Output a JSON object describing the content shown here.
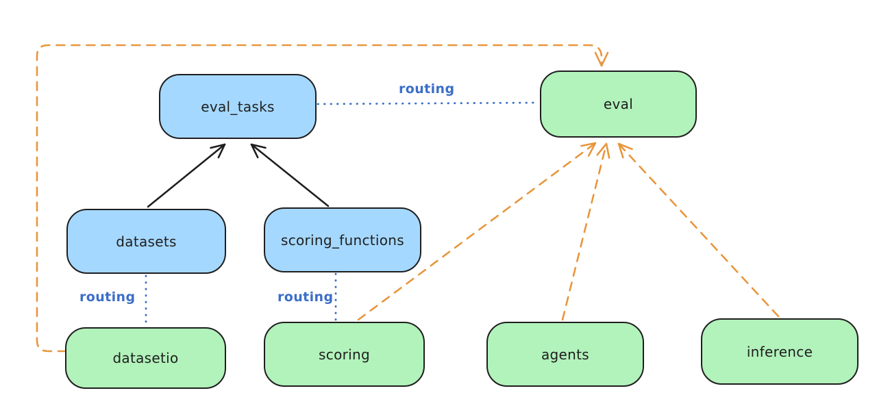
{
  "diagram": {
    "description": "Architecture diagram showing registry resources routed to API providers, all feeding the eval API"
  },
  "colors": {
    "background": "#ffffff",
    "blue_fill": "#a5d8ff",
    "green_fill": "#b2f2bb",
    "border": "#1e1e1e",
    "routing": "#3b6ec8",
    "orange": "#e8963c"
  },
  "nodes": {
    "eval_tasks": {
      "label": "eval_tasks",
      "color": "blue"
    },
    "eval": {
      "label": "eval",
      "color": "green"
    },
    "datasets": {
      "label": "datasets",
      "color": "blue"
    },
    "scoring_functions": {
      "label": "scoring_functions",
      "color": "blue"
    },
    "datasetio": {
      "label": "datasetio",
      "color": "green"
    },
    "scoring": {
      "label": "scoring",
      "color": "green"
    },
    "agents": {
      "label": "agents",
      "color": "green"
    },
    "inference": {
      "label": "inference",
      "color": "green"
    }
  },
  "edges": [
    {
      "from": "datasets",
      "to": "eval_tasks",
      "style": "solid-arrow",
      "color": "black",
      "label": ""
    },
    {
      "from": "scoring_functions",
      "to": "eval_tasks",
      "style": "solid-arrow",
      "color": "black",
      "label": ""
    },
    {
      "from": "eval_tasks",
      "to": "eval",
      "style": "dotted",
      "color": "blue",
      "label": "routing"
    },
    {
      "from": "datasets",
      "to": "datasetio",
      "style": "dotted",
      "color": "blue",
      "label": "routing"
    },
    {
      "from": "scoring_functions",
      "to": "scoring",
      "style": "dotted",
      "color": "blue",
      "label": "routing"
    },
    {
      "from": "datasetio",
      "to": "eval",
      "style": "dashed-arrow",
      "color": "orange",
      "label": ""
    },
    {
      "from": "scoring",
      "to": "eval",
      "style": "dashed-arrow",
      "color": "orange",
      "label": ""
    },
    {
      "from": "agents",
      "to": "eval",
      "style": "dashed-arrow",
      "color": "orange",
      "label": ""
    },
    {
      "from": "inference",
      "to": "eval",
      "style": "dashed-arrow",
      "color": "orange",
      "label": ""
    }
  ]
}
